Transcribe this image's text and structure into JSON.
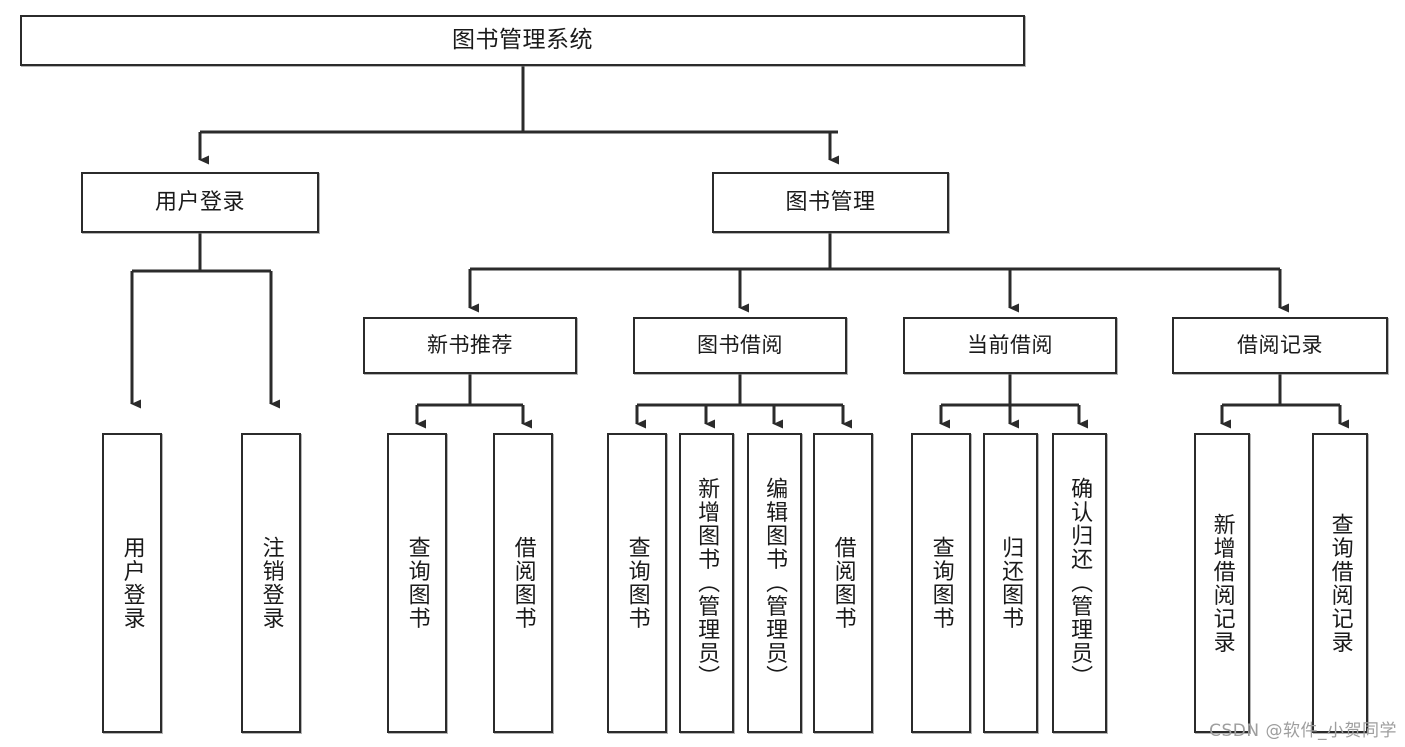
{
  "diagram": {
    "title": "图书管理系统",
    "type": "tree-hierarchy",
    "watermark": "CSDN @软件_小贺同学",
    "colors": {
      "stroke": "#2b2b2b",
      "fill": "#ffffff",
      "text": "#1a1a1a",
      "watermark": "#9e9e9e"
    },
    "root": {
      "label": "图书管理系统"
    },
    "level1": [
      {
        "id": "user-login",
        "label": "用户登录"
      },
      {
        "id": "book-manage",
        "label": "图书管理"
      }
    ],
    "level2": [
      {
        "id": "new-book-recommend",
        "label": "新书推荐",
        "parent": "book-manage"
      },
      {
        "id": "book-borrow",
        "label": "图书借阅",
        "parent": "book-manage"
      },
      {
        "id": "current-borrow",
        "label": "当前借阅",
        "parent": "book-manage"
      },
      {
        "id": "borrow-record",
        "label": "借阅记录",
        "parent": "book-manage"
      }
    ],
    "leaves": {
      "user-login": [
        {
          "id": "leaf-user-login",
          "label": "用户登录"
        },
        {
          "id": "leaf-user-logout",
          "label": "注销登录"
        }
      ],
      "new-book-recommend": [
        {
          "id": "leaf-query-book-1",
          "label": "查询图书"
        },
        {
          "id": "leaf-borrow-book-1",
          "label": "借阅图书"
        }
      ],
      "book-borrow": [
        {
          "id": "leaf-query-book-2",
          "label": "查询图书"
        },
        {
          "id": "leaf-add-book",
          "label": "新增图书（管理员）"
        },
        {
          "id": "leaf-edit-book",
          "label": "编辑图书（管理员）"
        },
        {
          "id": "leaf-borrow-book-2",
          "label": "借阅图书"
        }
      ],
      "current-borrow": [
        {
          "id": "leaf-query-book-3",
          "label": "查询图书"
        },
        {
          "id": "leaf-return-book",
          "label": "归还图书"
        },
        {
          "id": "leaf-confirm-return",
          "label": "确认归还（管理员）"
        }
      ],
      "borrow-record": [
        {
          "id": "leaf-add-record",
          "label": "新增借阅记录"
        },
        {
          "id": "leaf-query-record",
          "label": "查询借阅记录"
        }
      ]
    }
  }
}
